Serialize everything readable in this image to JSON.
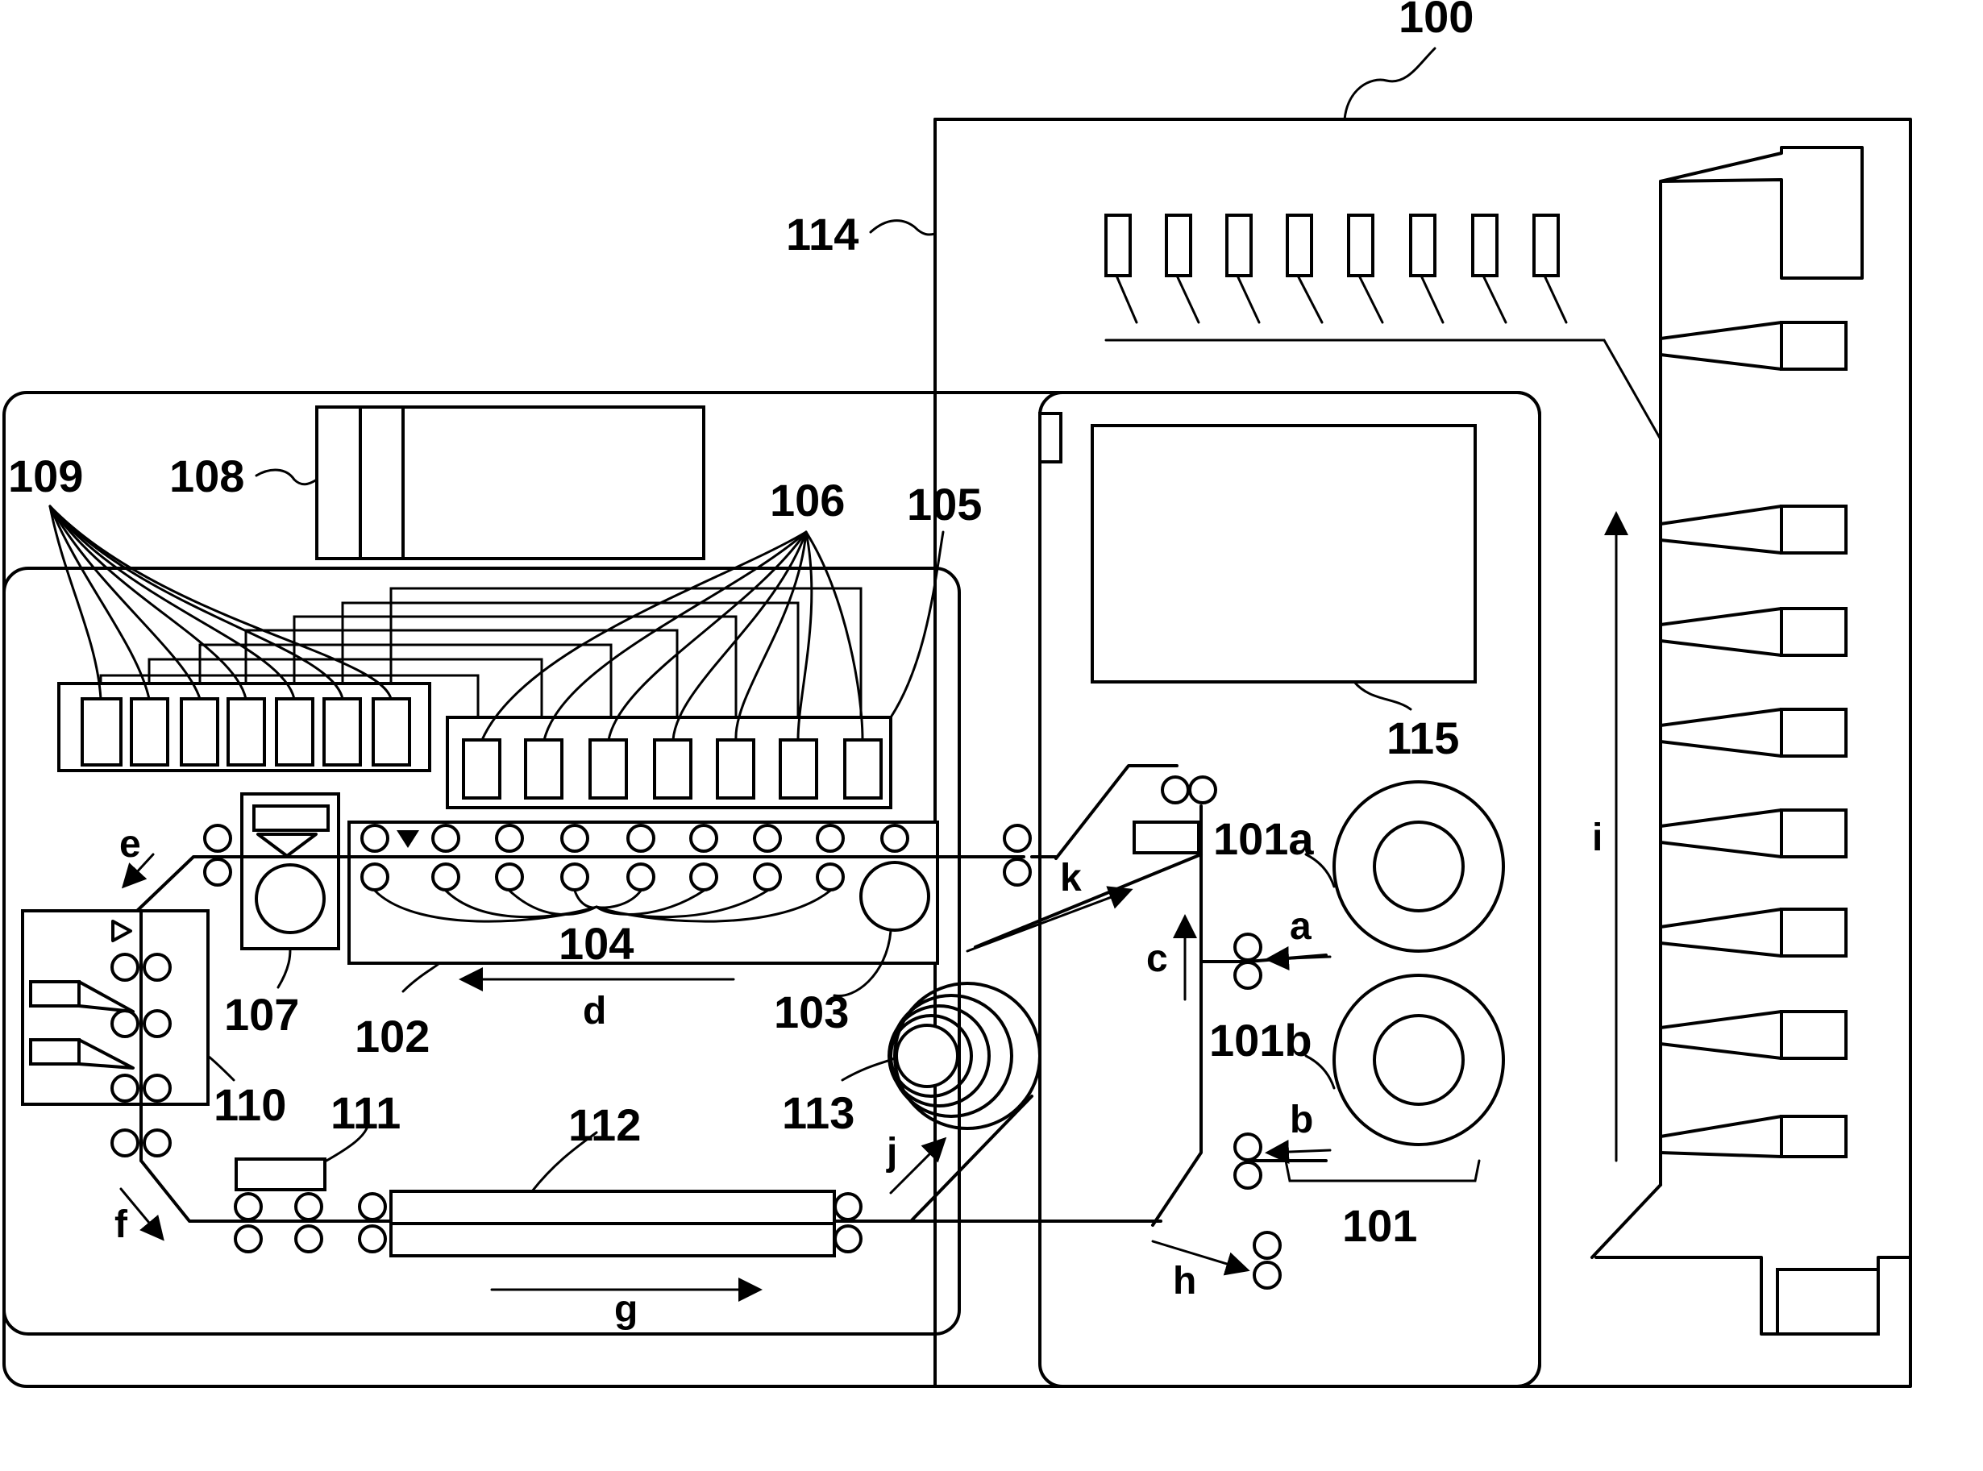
{
  "labels": {
    "apparatus": "100",
    "sheet_path": "101",
    "roll_upper": "101a",
    "roll_lower": "101b",
    "conveyance_unit": "102",
    "rollers_103": "103",
    "rollers_104": "104",
    "head_unit": "105",
    "ink_heads": "106",
    "inspection": "107",
    "ink_supply": "108",
    "ink_tanks": "109",
    "cutter": "110",
    "backside_print": "111",
    "dryer": "112",
    "winder": "113",
    "controller": "114",
    "operation_panel": "115"
  },
  "directions": {
    "a": "a",
    "b": "b",
    "c": "c",
    "d": "d",
    "e": "e",
    "f": "f",
    "g": "g",
    "h": "h",
    "i": "i",
    "j": "j",
    "k": "k"
  }
}
